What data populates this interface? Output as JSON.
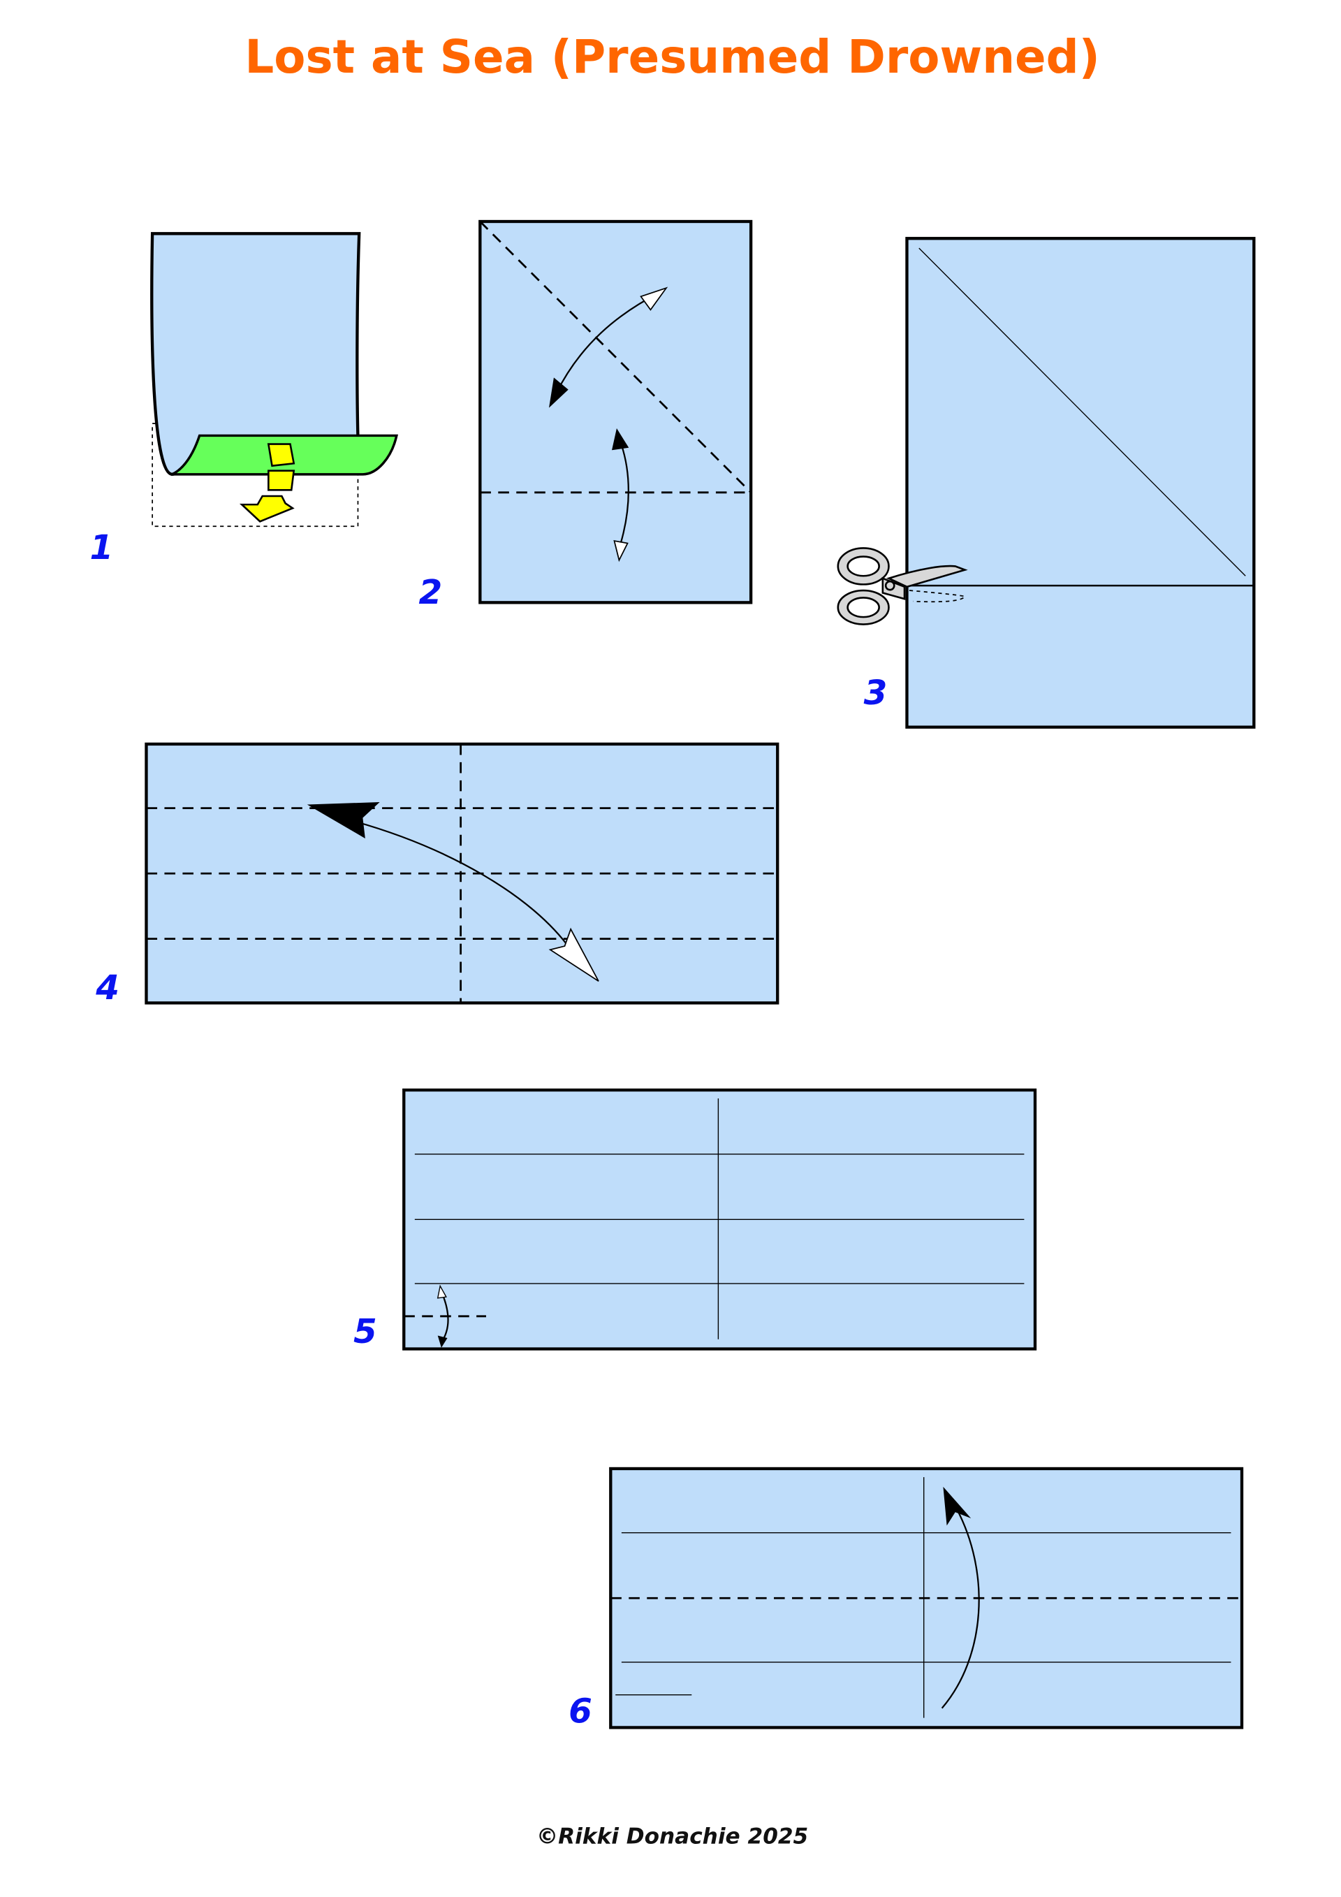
{
  "title": "Lost at Sea (Presumed Drowned)",
  "steps": [
    {
      "number": "1"
    },
    {
      "number": "2"
    },
    {
      "number": "3"
    },
    {
      "number": "4"
    },
    {
      "number": "5"
    },
    {
      "number": "6"
    }
  ],
  "copyright": "©Rikki Donachie 2025",
  "colors": {
    "title": "#FF6600",
    "step_number": "#0A14F0",
    "paper": "#BFDDFA",
    "paper_back": "#66FF5A",
    "push_arrow": "#FFFF00"
  }
}
